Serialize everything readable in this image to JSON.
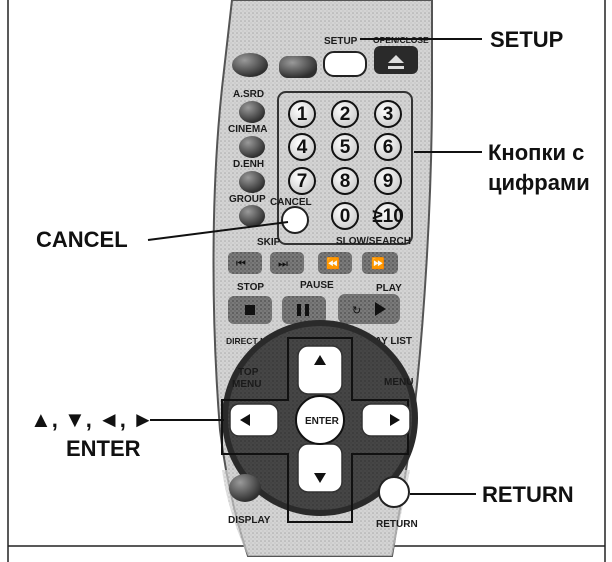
{
  "callouts": {
    "setup": "SETUP",
    "number_buttons_line1": "Кнопки с",
    "number_buttons_line2": "цифрами",
    "cancel": "CANCEL",
    "arrows": "▲, ▼, ◄, ►",
    "enter": "ENTER",
    "return": "RETURN"
  },
  "remote": {
    "setup": "SETUP",
    "open_close": "OPEN/CLOSE",
    "a_srd": "A.SRD",
    "cinema": "CINEMA",
    "d_enh": "D.ENH",
    "group": "GROUP",
    "cancel": "CANCEL",
    "skip": "SKIP",
    "slow_search": "SLOW/SEARCH",
    "stop": "STOP",
    "pause": "PAUSE",
    "play": "PLAY",
    "direct_navigator": "DIRECT NAVIGATOR",
    "play_list": "PLAY LIST",
    "top_menu_1": "TOP",
    "top_menu_2": "MENU",
    "menu": "MENU",
    "enter": "ENTER",
    "display": "DISPLAY",
    "return": "RETURN",
    "digits": [
      "1",
      "2",
      "3",
      "4",
      "5",
      "6",
      "7",
      "8",
      "9",
      "0",
      "≥10"
    ]
  }
}
